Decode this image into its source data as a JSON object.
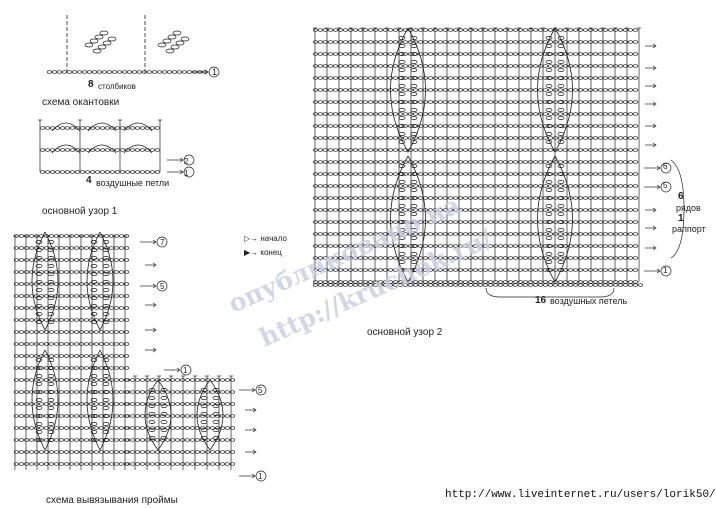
{
  "labels": {
    "edging_title": "схема окантовки",
    "edging_count": "8",
    "edging_count_unit": "столбиков",
    "pattern1_title": "основной узор 1",
    "pattern1_count": "4",
    "pattern1_count_unit": "воздушные петли",
    "armhole_title": "схема вывязывания проймы",
    "pattern2_title": "основной узор 2",
    "pattern2_count": "16",
    "pattern2_count_unit": "воздушных петель",
    "repeat_rows_num": "6",
    "repeat_rows_word": "рядов",
    "repeat_num": "1",
    "repeat_word": "раппорт",
    "legend_start": "начало",
    "legend_end": "конец"
  },
  "row_markers": {
    "edging": [
      "1"
    ],
    "pattern1": [
      "2",
      "1"
    ],
    "armhole": [
      "7",
      "5",
      "1",
      "5",
      "1"
    ],
    "pattern2": [
      "6",
      "5",
      "1"
    ]
  },
  "watermark": {
    "line1": "опубликовано на",
    "line2": "http://kruchok.ru/"
  },
  "source_url": "http://www.liveinternet.ru/users/lorik50/",
  "colors": {
    "ink": "#222222",
    "watermark": "#c9cfe6",
    "background": "#ffffff"
  }
}
